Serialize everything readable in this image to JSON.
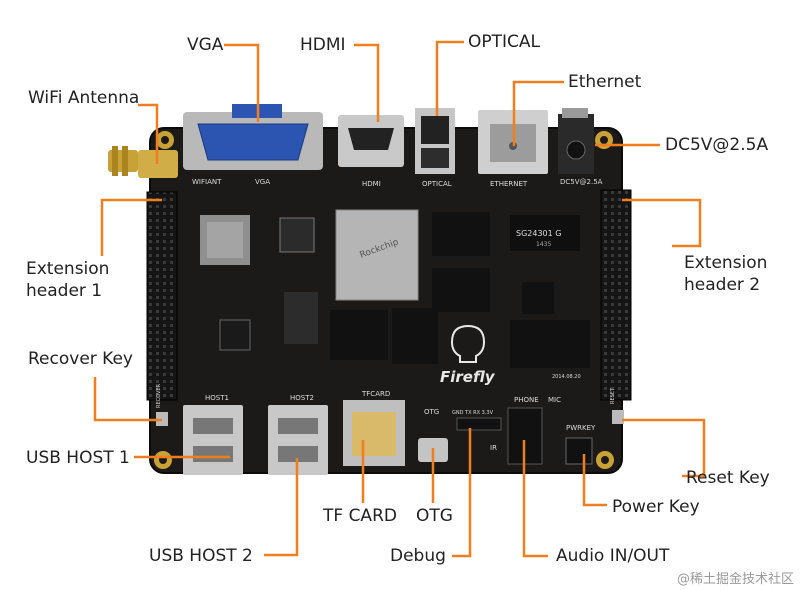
{
  "callouts": {
    "vga": "VGA",
    "hdmi": "HDMI",
    "optical": "OPTICAL",
    "ethernet": "Ethernet",
    "wifi_antenna": "WiFi Antenna",
    "dc5v": "DC5V@2.5A",
    "ext_header_1": "Extension header 1",
    "ext_header_2": "Extension header 2",
    "recover_key": "Recover Key",
    "usb_host_1": "USB HOST 1",
    "reset_key": "Reset Key",
    "power_key": "Power Key",
    "tf_card": "TF CARD",
    "otg": "OTG",
    "usb_host_2": "USB HOST 2",
    "debug": "Debug",
    "audio": "Audio IN/OUT"
  },
  "silkscreen": {
    "wifiant": "WIFIANT",
    "vga": "VGA",
    "hdmi": "HDMI",
    "optical": "OPTICAL",
    "ethernet": "ETHERNET",
    "dc5v": "DC5V@2.5A",
    "host1": "HOST1",
    "host2": "HOST2",
    "tfcard": "TFCARD",
    "otg": "OTG",
    "phone": "PHONE",
    "mic": "MIC",
    "pwrkey": "PWRKEY",
    "recover": "RECOVER",
    "reset": "RESET",
    "ir": "IR",
    "debug_pins": "GND TX RX 3.3V",
    "brand": "Firefly",
    "cpu_brand": "Rockchip",
    "chip_sg": "SG24301 G",
    "chip_sg_sub": "1435",
    "date": "2014.08.20"
  },
  "watermark": "@稀土掘金技术社区",
  "colors": {
    "leader": "#f07d1e",
    "board": "#1c1a19",
    "vga_port": "#2b55b0",
    "metal": "#c9c9c9",
    "gold": "#c9a237"
  }
}
